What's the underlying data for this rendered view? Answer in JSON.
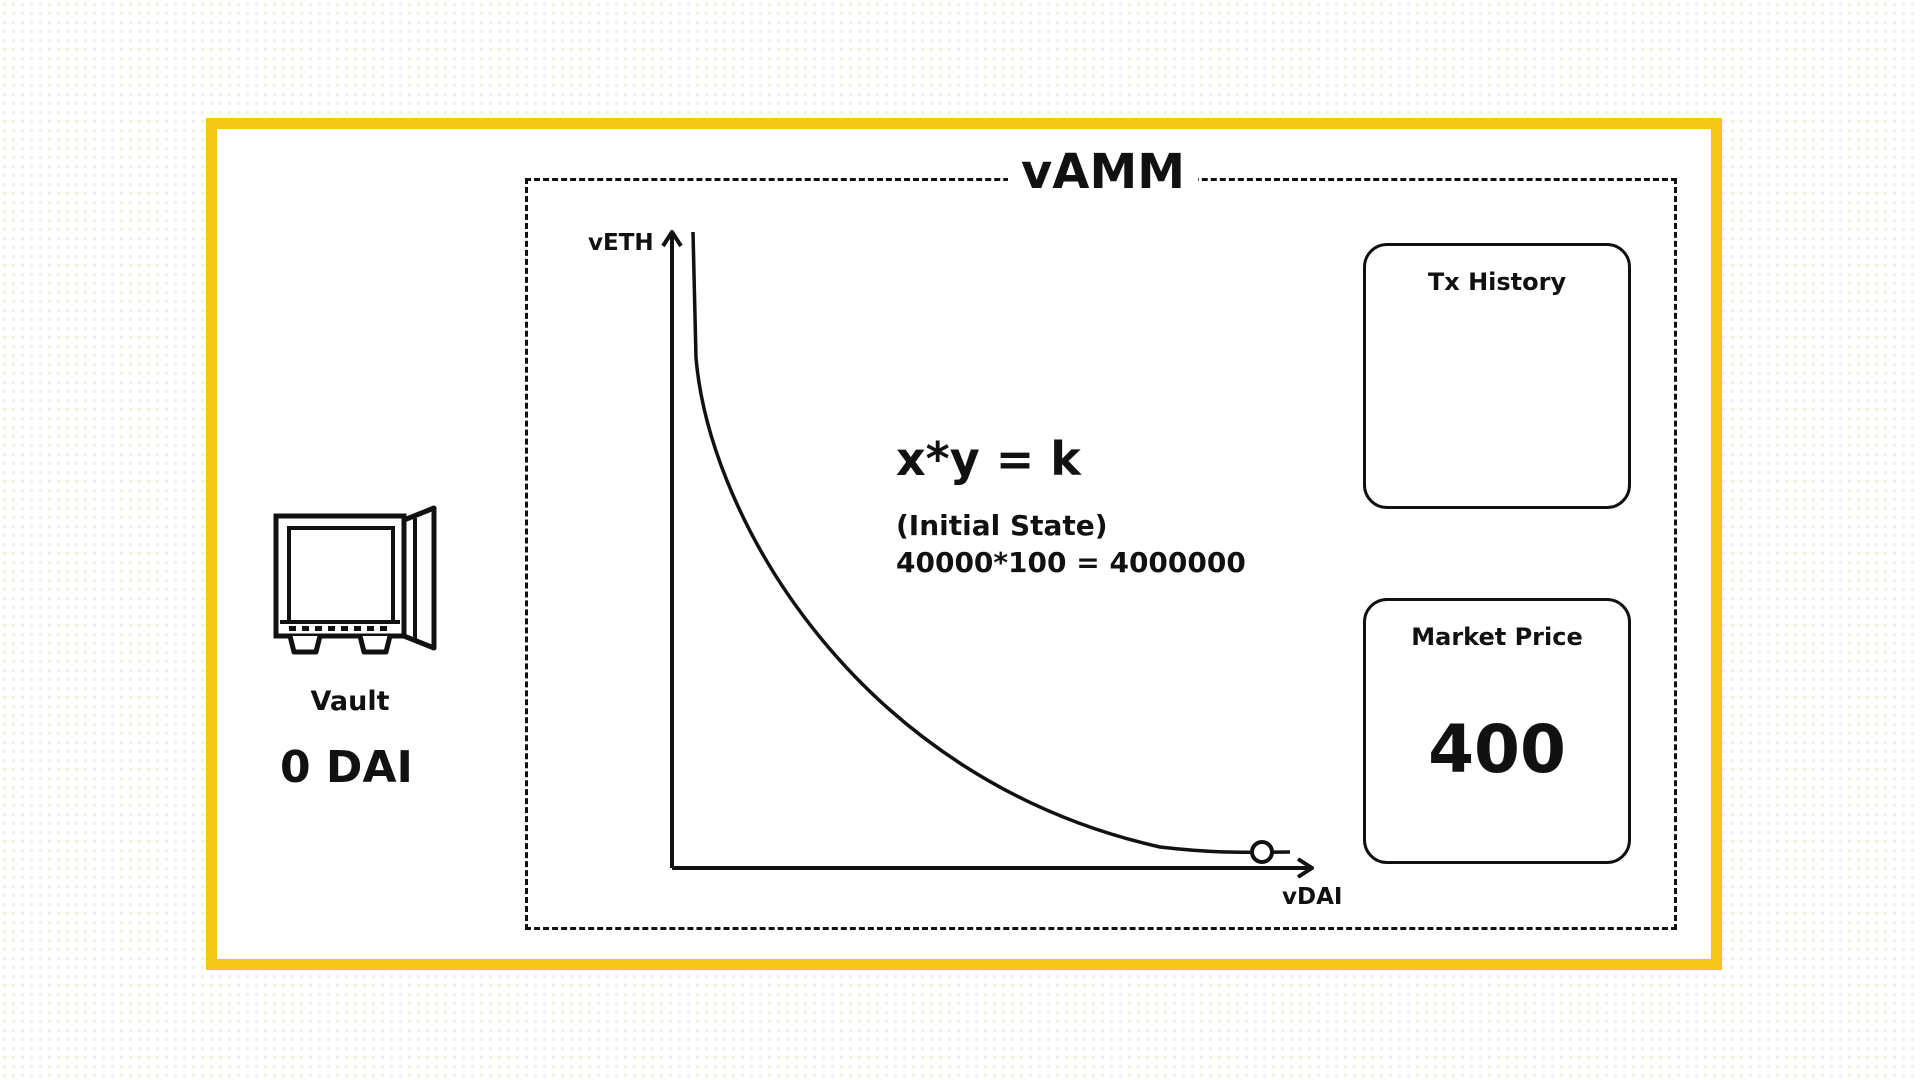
{
  "title": "vAMM",
  "vault": {
    "label": "Vault",
    "balance": "0 DAI",
    "icon": "vault-safe-icon"
  },
  "curve": {
    "formula": "x*y = k",
    "state_label": "(Initial State)",
    "state_equation": "40000*100 = 4000000",
    "y_axis_label": "vETH",
    "x_axis_label": "vDAI",
    "current_point_icon": "open-circle-marker"
  },
  "tx_history": {
    "title": "Tx History"
  },
  "market_price": {
    "title": "Market Price",
    "value": "400"
  },
  "colors": {
    "frame": "#f5c518",
    "ink": "#111111",
    "background": "#ffffff"
  }
}
